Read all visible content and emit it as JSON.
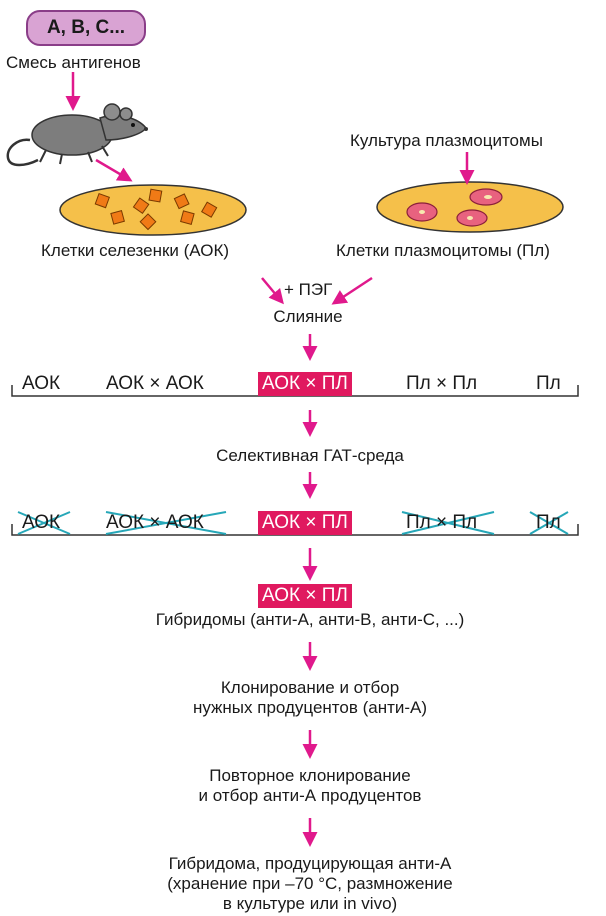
{
  "antigens": "A, B, C...",
  "antigen_mix_label": "Смесь антигенов",
  "plasmacytoma_culture_label": "Культура плазмоцитомы",
  "spleen_cells_label": "Клетки селезенки (АОК)",
  "plasmacytoma_cells_label": "Клетки плазмоцитомы (Пл)",
  "peg_label": "+ ПЭГ",
  "fusion_label": "Слияние",
  "row1": {
    "c1": "АОК",
    "c2": "АОК × АОК",
    "c3": "АОК × ПЛ",
    "c4": "Пл × Пл",
    "c5": "Пл"
  },
  "selective_medium_label": "Селективная ГАТ-среда",
  "row2": {
    "c1": "АОК",
    "c2": "АОК × АОК",
    "c3": "АОК × ПЛ",
    "c4": "Пл × Пл",
    "c5": "Пл"
  },
  "hybrid_box": "АОК × ПЛ",
  "hybridomas_label": "Гибридомы (анти-А, анти-В, анти-С, ...)",
  "cloning_line1": "Клонирование и отбор",
  "cloning_line2": "нужных продуцентов (анти-А)",
  "recloning_line1": "Повторное клонирование",
  "recloning_line2": "и отбор анти-А продуцентов",
  "final_line1": "Гибридома, продуцирующая анти-А",
  "final_line2": "(хранение при –70 °С, размножение",
  "final_line3": "в культуре или in vivo)",
  "colors": {
    "arrow": "#e0198c",
    "highlight": "#e0195f",
    "dish": "#f5c04a",
    "spleen_cell": "#f07a16",
    "plasmacytoma_cell": "#e8627f",
    "cross_out": "#26a7b8",
    "mouse": "#7d7d7d",
    "antigen_pill": "#d9a3d3"
  }
}
